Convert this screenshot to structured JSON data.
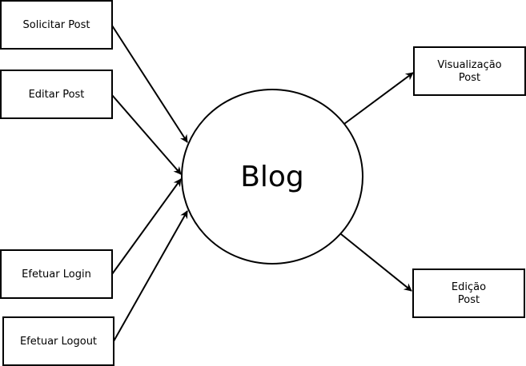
{
  "center": {
    "label": "Blog"
  },
  "inputs": [
    {
      "id": "solicitar-post",
      "lines": [
        "Solicitar Post"
      ]
    },
    {
      "id": "editar-post",
      "lines": [
        "Editar Post"
      ]
    },
    {
      "id": "efetuar-login",
      "lines": [
        "Efetuar Login"
      ]
    },
    {
      "id": "efetuar-logout",
      "lines": [
        "Efetuar Logout"
      ]
    }
  ],
  "outputs": [
    {
      "id": "visualizacao-post",
      "lines": [
        "Visualização",
        "Post"
      ]
    },
    {
      "id": "edicao-post",
      "lines": [
        "Edição",
        "Post"
      ]
    }
  ],
  "colors": {
    "stroke": "#000000",
    "fill": "#ffffff"
  }
}
